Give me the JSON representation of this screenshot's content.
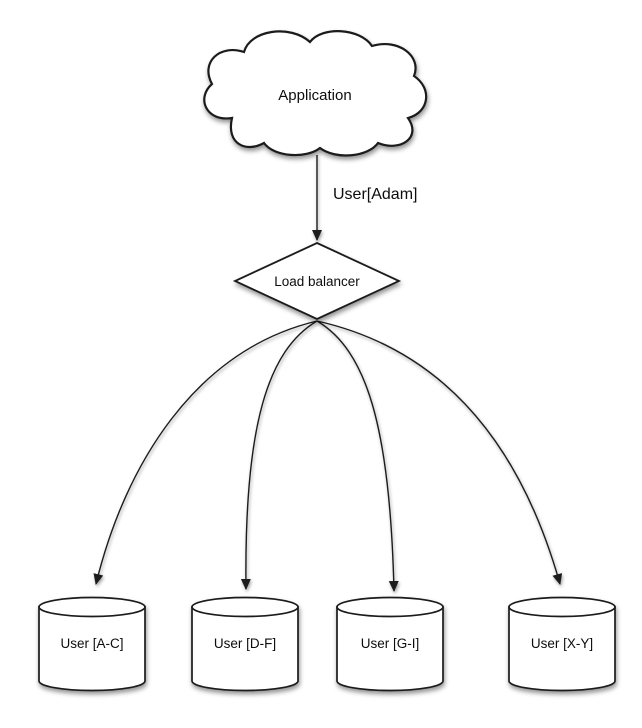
{
  "diagram": {
    "cloud": {
      "label": "Application"
    },
    "request_edge": {
      "label": "User[Adam]"
    },
    "load_balancer": {
      "label": "Load balancer"
    },
    "databases": [
      {
        "label": "User [A-C]"
      },
      {
        "label": "User [D-F]"
      },
      {
        "label": "User [G-I]"
      },
      {
        "label": "User [X-Y]"
      }
    ],
    "colors": {
      "stroke": "#1b1b1b",
      "shape_fill": "#ffffff",
      "text": "#0d0d0d",
      "background": "#ffffff"
    }
  }
}
